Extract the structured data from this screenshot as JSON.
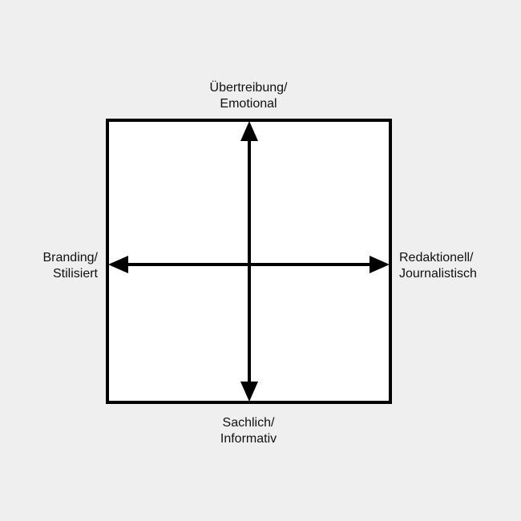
{
  "diagram": {
    "axes": {
      "top": {
        "line1": "Übertreibung/",
        "line2": "Emotional"
      },
      "bottom": {
        "line1": "Sachlich/",
        "line2": "Informativ"
      },
      "left": {
        "line1": "Branding/",
        "line2": "Stilisiert"
      },
      "right": {
        "line1": "Redaktionell/",
        "line2": "Journalistisch"
      }
    },
    "colors": {
      "background": "#efefef",
      "frame_fill": "#ffffff",
      "stroke": "#000000",
      "text": "#111111"
    }
  }
}
